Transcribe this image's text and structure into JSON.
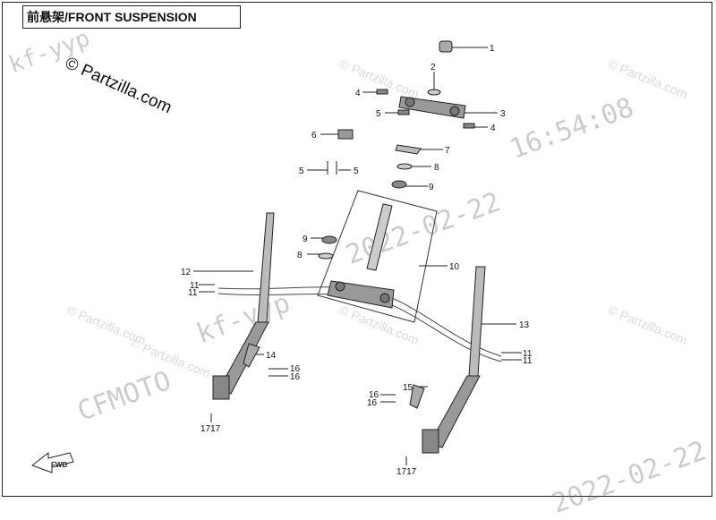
{
  "diagram": {
    "title": "前悬架/FRONT SUSPENSION",
    "copyright": "© Partzilla.com",
    "watermarks": {
      "top_right_time": "16:54:08",
      "center_date": "2022-02-22",
      "left_code": "kf-yyp",
      "mid_code": "kf-yyp",
      "brand": "CFMOTO",
      "bottom_date": "2022-02-22"
    },
    "watermark_logo": "© Partzilla.com",
    "fwd_label": "FWD",
    "callouts": [
      {
        "id": "c1",
        "label": "1"
      },
      {
        "id": "c2",
        "label": "2"
      },
      {
        "id": "c4a",
        "label": "4"
      },
      {
        "id": "c3",
        "label": "3"
      },
      {
        "id": "c5a",
        "label": "5"
      },
      {
        "id": "c4b",
        "label": "4"
      },
      {
        "id": "c6",
        "label": "6"
      },
      {
        "id": "c7",
        "label": "7"
      },
      {
        "id": "c5b",
        "label": "5"
      },
      {
        "id": "c5c",
        "label": "5"
      },
      {
        "id": "c8a",
        "label": "8"
      },
      {
        "id": "c9a",
        "label": "9"
      },
      {
        "id": "c9b",
        "label": "9"
      },
      {
        "id": "c8b",
        "label": "8"
      },
      {
        "id": "c10",
        "label": "10"
      },
      {
        "id": "c12",
        "label": "12"
      },
      {
        "id": "c11a",
        "label": "11"
      },
      {
        "id": "c11b",
        "label": "11"
      },
      {
        "id": "c13",
        "label": "13"
      },
      {
        "id": "c11c",
        "label": "11"
      },
      {
        "id": "c11d",
        "label": "11"
      },
      {
        "id": "c14",
        "label": "14"
      },
      {
        "id": "c16a",
        "label": "16"
      },
      {
        "id": "c16b",
        "label": "16"
      },
      {
        "id": "c15",
        "label": "15"
      },
      {
        "id": "c16c",
        "label": "16"
      },
      {
        "id": "c16d",
        "label": "16"
      },
      {
        "id": "c17a",
        "label": "1717"
      },
      {
        "id": "c17b",
        "label": "1717"
      }
    ]
  }
}
